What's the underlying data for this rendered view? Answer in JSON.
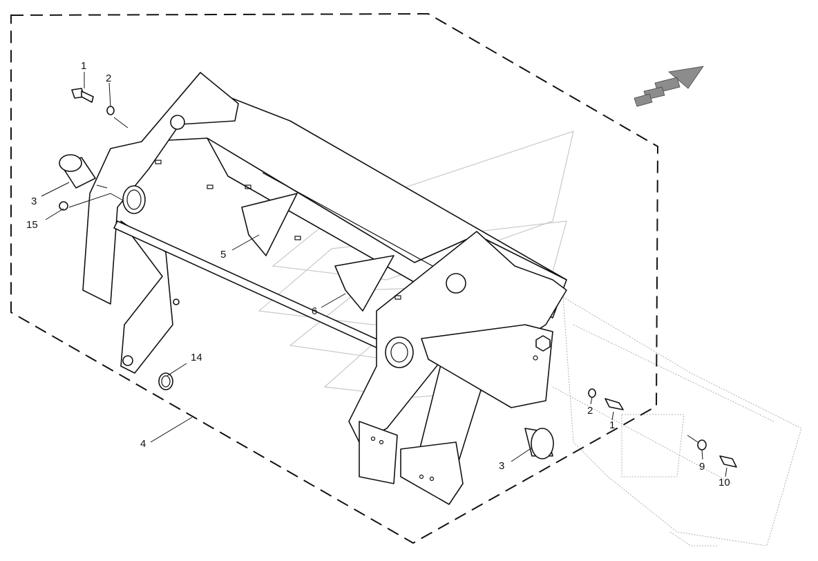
{
  "diagram": {
    "arrow_color": "#8c8c8c",
    "line_color": "#111111",
    "callouts": [
      {
        "id": "c1a",
        "label": "1"
      },
      {
        "id": "c2a",
        "label": "2"
      },
      {
        "id": "c3a",
        "label": "3"
      },
      {
        "id": "c15",
        "label": "15"
      },
      {
        "id": "c5",
        "label": "5"
      },
      {
        "id": "c6",
        "label": "6"
      },
      {
        "id": "c14",
        "label": "14"
      },
      {
        "id": "c4",
        "label": "4"
      },
      {
        "id": "c3b",
        "label": "3"
      },
      {
        "id": "c2b",
        "label": "2"
      },
      {
        "id": "c1b",
        "label": "1"
      },
      {
        "id": "c9",
        "label": "9"
      },
      {
        "id": "c10",
        "label": "10"
      }
    ]
  }
}
